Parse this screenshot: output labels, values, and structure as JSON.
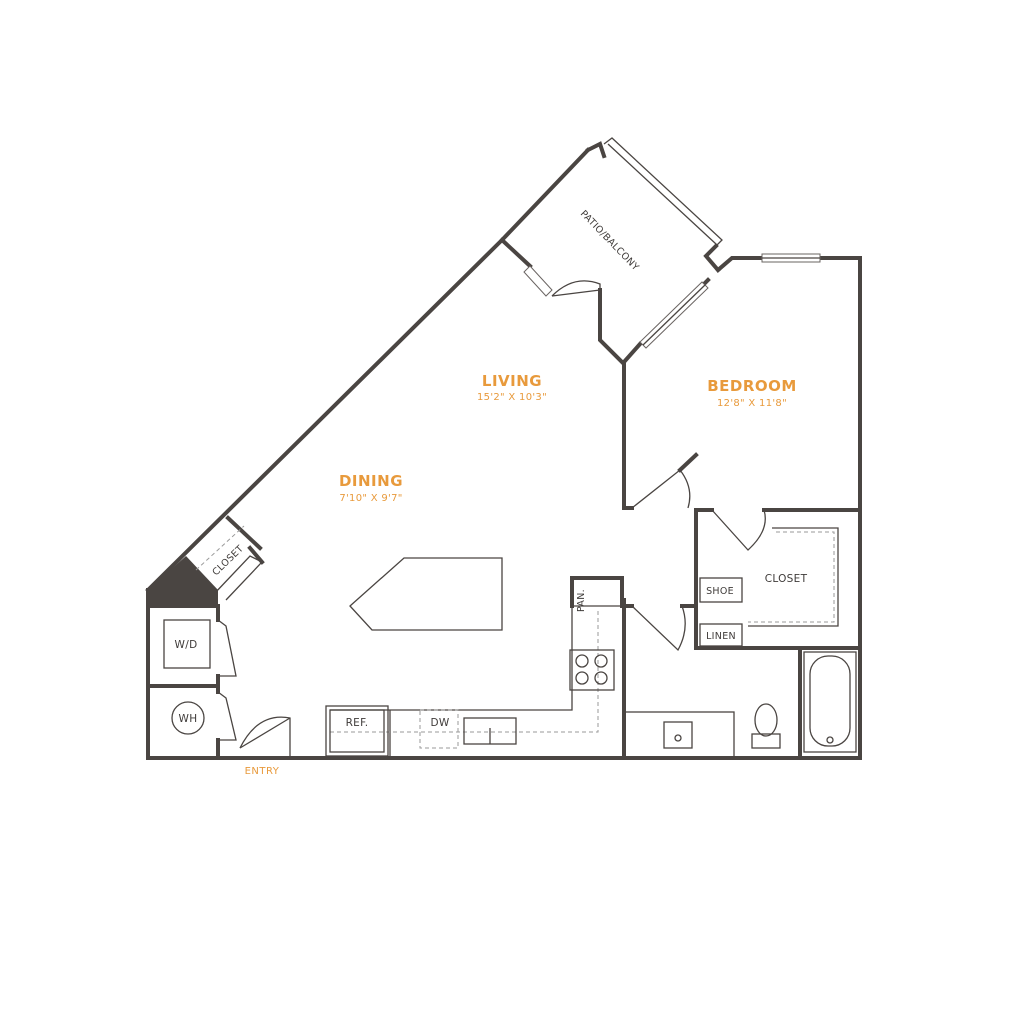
{
  "rooms": {
    "living": {
      "name": "LIVING",
      "dims": "15'2\" X 10'3\""
    },
    "bedroom": {
      "name": "BEDROOM",
      "dims": "12'8\" X 11'8\""
    },
    "dining": {
      "name": "DINING",
      "dims": "7'10\" X 9'7\""
    }
  },
  "labels": {
    "patio": "PATIO/BALCONY",
    "closet_entry": "CLOSET",
    "closet_bedroom": "CLOSET",
    "shoe": "SHOE",
    "linen": "LINEN",
    "pantry": "PAN.",
    "washer_dryer": "W/D",
    "water_heater": "WH",
    "refrigerator": "REF.",
    "dishwasher": "DW",
    "entry": "ENTRY"
  },
  "colors": {
    "wall": "#4a4542",
    "accent": "#e89a3c"
  }
}
